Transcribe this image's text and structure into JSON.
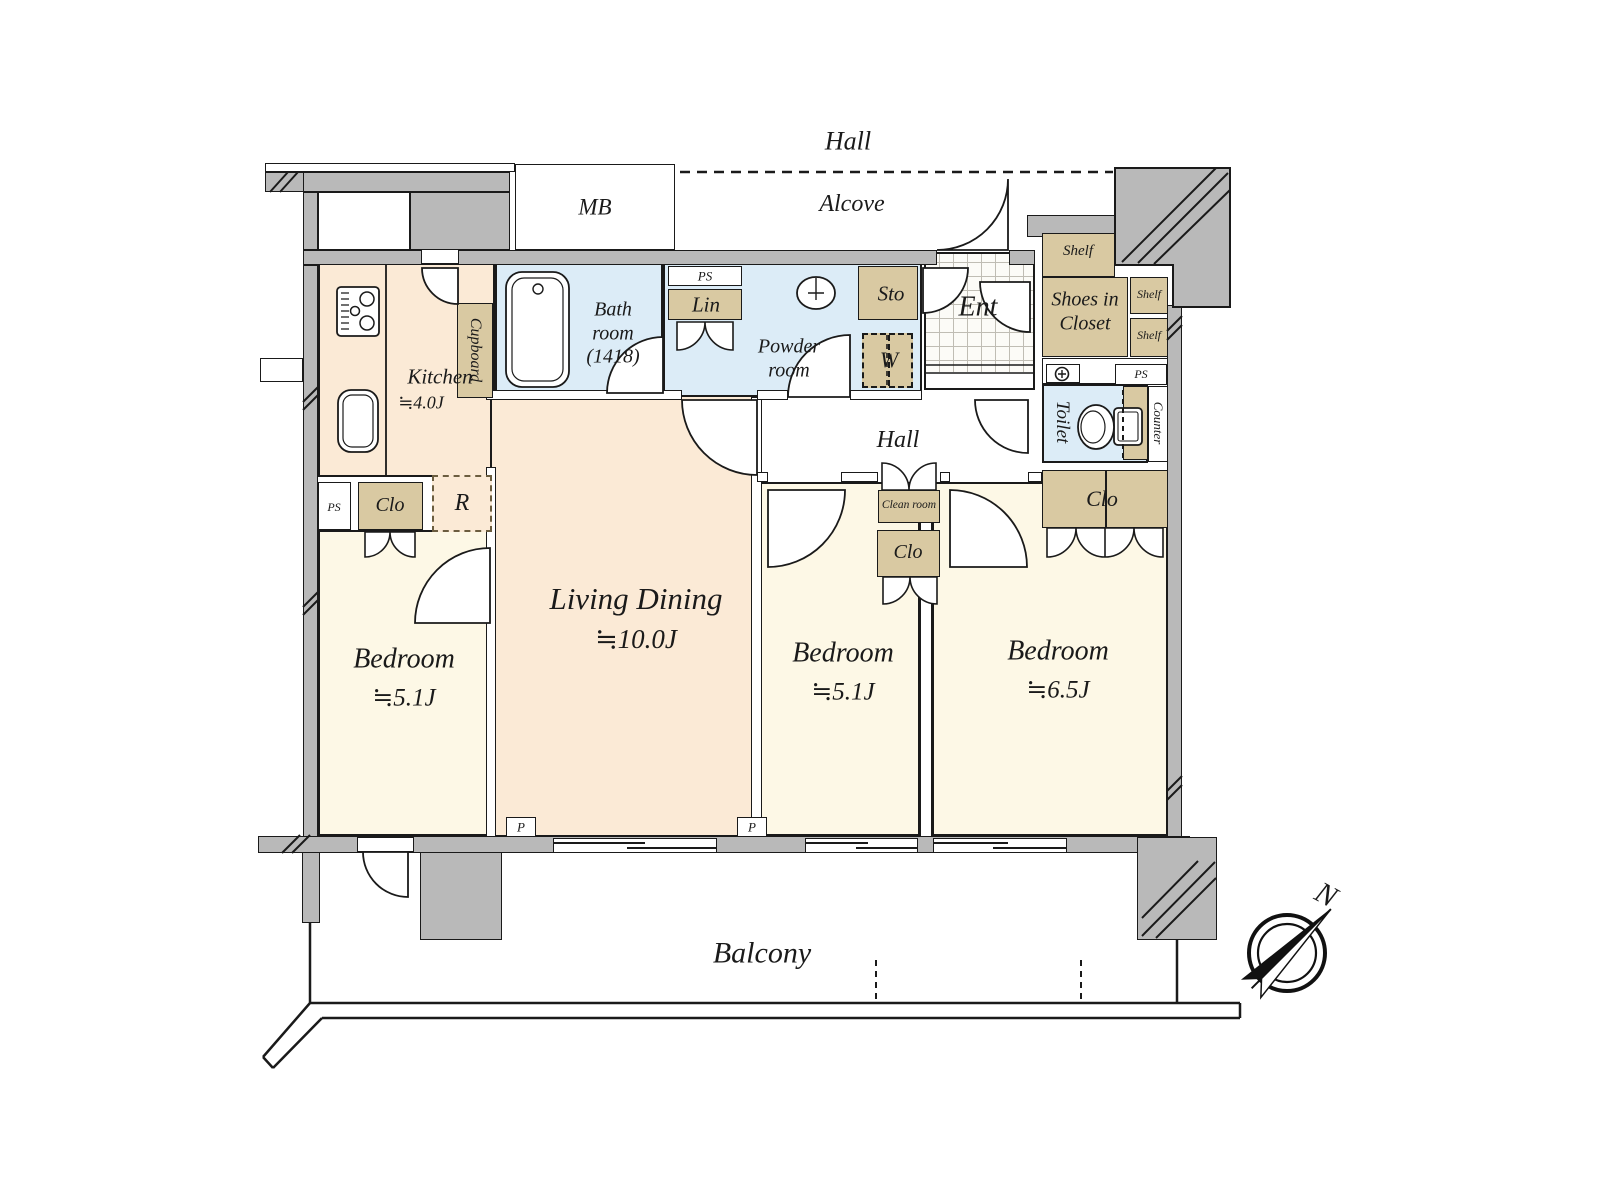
{
  "colors": {
    "wall_gray": "#b9b9b9",
    "bedroom_fill": "#fdf8e6",
    "living_fill": "#fbead6",
    "wet_area_fill": "#dcecf7",
    "storage_fill": "#d9c9a2",
    "line": "#1a1a1a"
  },
  "compass": {
    "north": "N"
  },
  "labels": {
    "hall_upper": "Hall",
    "meter_box": "MB",
    "alcove": "Alcove",
    "shelf": "Shelf",
    "shoes_in_closet": "Shoes in Closet",
    "entrance": "Ent",
    "storage": "Sto",
    "washer": "W",
    "pipe_space": "PS",
    "linen": "Lin",
    "bath_name": "Bath room",
    "bath_size": "(1418)",
    "powder_room": "Powder room",
    "kitchen_name": "Kitchen",
    "kitchen_size": "≒4.0J",
    "cupboard": "Cupboard",
    "toilet": "Toilet",
    "counter": "Counter",
    "closet": "Clo",
    "hall": "Hall",
    "clean_room": "Clean room",
    "refrigerator": "R",
    "living_name": "Living Dining",
    "living_size": "≒10.0J",
    "bedroom": "Bedroom",
    "bedroom_size_51": "≒5.1J",
    "bedroom_size_65": "≒6.5J",
    "pillar": "P",
    "balcony": "Balcony"
  }
}
